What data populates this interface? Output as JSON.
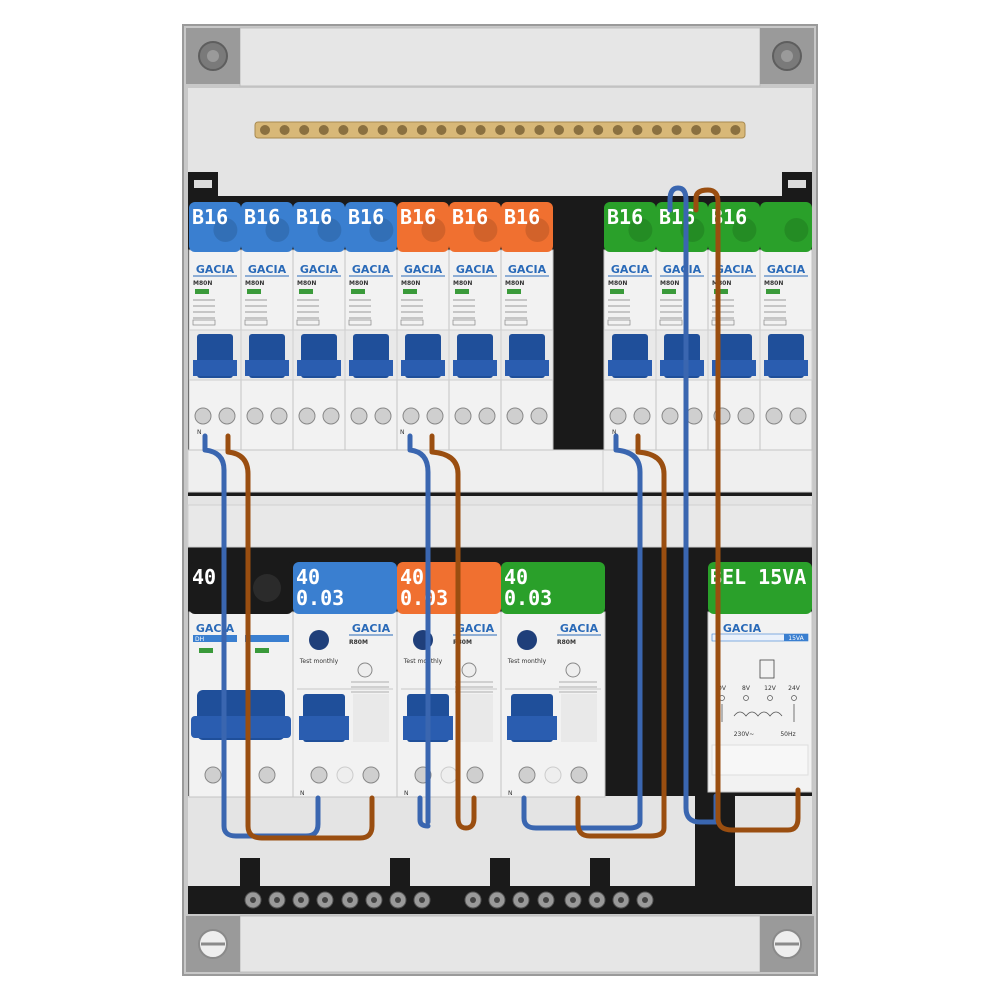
{
  "panel": {
    "colors": {
      "frame": "#c8c8c8",
      "plate": "#e6e6e6",
      "rail": "#1a1a1a",
      "busbar": "#d8b878",
      "blue": "#3a7fd0",
      "orange": "#f07030",
      "green": "#2aa02a",
      "black_cap": "#1a1a1a",
      "lever": "#1f4f9a",
      "wire_blue": "#3a66b0",
      "wire_brown": "#9a4e10"
    }
  },
  "breakers_top": [
    {
      "rating": "B16",
      "color": "blue",
      "brand": "GACIA",
      "model": "M80N"
    },
    {
      "rating": "B16",
      "color": "blue",
      "brand": "GACIA",
      "model": "M80N"
    },
    {
      "rating": "B16",
      "color": "blue",
      "brand": "GACIA",
      "model": "M80N"
    },
    {
      "rating": "B16",
      "color": "blue",
      "brand": "GACIA",
      "model": "M80N"
    },
    {
      "rating": "B16",
      "color": "orange",
      "brand": "GACIA",
      "model": "M80N"
    },
    {
      "rating": "B16",
      "color": "orange",
      "brand": "GACIA",
      "model": "M80N"
    },
    {
      "rating": "B16",
      "color": "orange",
      "brand": "GACIA",
      "model": "M80N"
    },
    {
      "rating": "B16",
      "color": "green",
      "brand": "GACIA",
      "model": "M80N"
    },
    {
      "rating": "B16",
      "color": "green",
      "brand": "GACIA",
      "model": "M80N"
    },
    {
      "rating": "B16",
      "color": "green",
      "brand": "GACIA",
      "model": "M80N"
    },
    {
      "rating": "",
      "color": "green",
      "brand": "GACIA",
      "model": "M80N"
    }
  ],
  "devices_bottom": {
    "main_switch": {
      "rating": "40",
      "color": "black_cap",
      "brand": "GACIA",
      "model": "DH"
    },
    "rcds": [
      {
        "rating": "40",
        "sensitivity": "0.03",
        "color": "blue",
        "brand": "GACIA",
        "model": "R80M",
        "test_label": "Test monthly"
      },
      {
        "rating": "40",
        "sensitivity": "0.03",
        "color": "orange",
        "brand": "GACIA",
        "model": "R80M",
        "test_label": "Test monthly"
      },
      {
        "rating": "40",
        "sensitivity": "0.03",
        "color": "green",
        "brand": "GACIA",
        "model": "R80M",
        "test_label": "Test monthly"
      }
    ],
    "transformer": {
      "label": "BEL 15VA",
      "color": "green",
      "brand": "GACIA",
      "rating_badge": "15VA",
      "taps": [
        "0V",
        "8V",
        "12V",
        "24V"
      ],
      "primary": "230V~",
      "frequency": "50Hz"
    }
  },
  "terminal_labels": {
    "neutral": "N"
  }
}
